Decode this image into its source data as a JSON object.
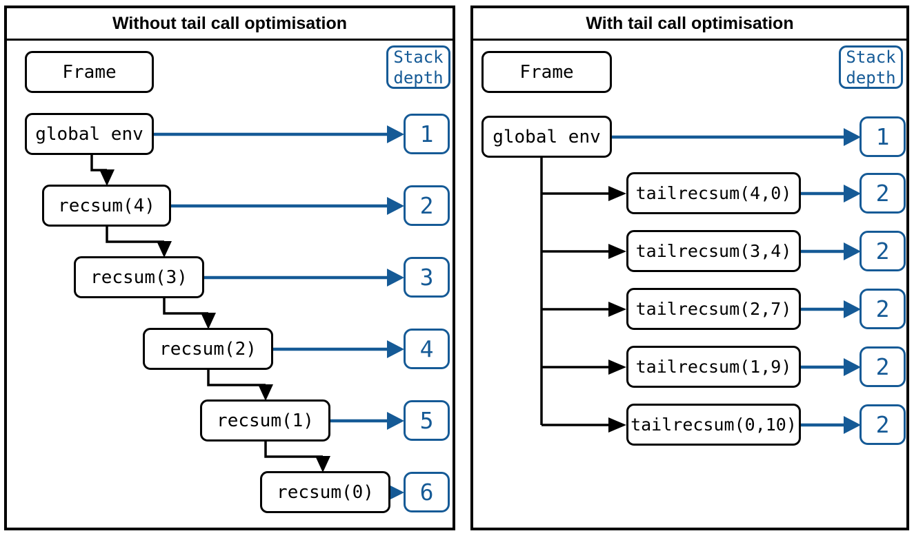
{
  "colors": {
    "accent_blue": "#155a96",
    "line_black": "#000000"
  },
  "panels": {
    "left": {
      "title": "Without tail call optimisation",
      "frame_header": "Frame",
      "stack_depth_header": [
        "Stack",
        "depth"
      ],
      "rows": [
        {
          "frame": "global env",
          "depth": "1"
        },
        {
          "frame": "recsum(4)",
          "depth": "2"
        },
        {
          "frame": "recsum(3)",
          "depth": "3"
        },
        {
          "frame": "recsum(2)",
          "depth": "4"
        },
        {
          "frame": "recsum(1)",
          "depth": "5"
        },
        {
          "frame": "recsum(0)",
          "depth": "6"
        }
      ]
    },
    "right": {
      "title": "With tail call optimisation",
      "frame_header": "Frame",
      "stack_depth_header": [
        "Stack",
        "depth"
      ],
      "rows": [
        {
          "frame": "global env",
          "depth": "1"
        },
        {
          "frame": "tailrecsum(4,0)",
          "depth": "2"
        },
        {
          "frame": "tailrecsum(3,4)",
          "depth": "2"
        },
        {
          "frame": "tailrecsum(2,7)",
          "depth": "2"
        },
        {
          "frame": "tailrecsum(1,9)",
          "depth": "2"
        },
        {
          "frame": "tailrecsum(0,10)",
          "depth": "2"
        }
      ]
    }
  }
}
